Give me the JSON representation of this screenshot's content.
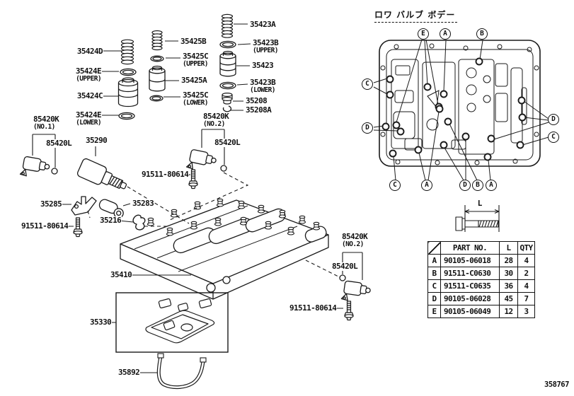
{
  "doc_number": "358767",
  "colors": {
    "ink": "#1a1a1a",
    "paper": "#ffffff"
  },
  "valve_body": {
    "title_jp": "ロワ バルブ ボデー",
    "callouts": [
      {
        "letter": "E"
      },
      {
        "letter": "A"
      },
      {
        "letter": "B"
      },
      {
        "letter": "C"
      },
      {
        "letter": "D"
      },
      {
        "letter": "D"
      },
      {
        "letter": "C"
      },
      {
        "letter": "C"
      },
      {
        "letter": "A"
      },
      {
        "letter": "D"
      },
      {
        "letter": "B"
      },
      {
        "letter": "A"
      }
    ]
  },
  "bolt_diagram": {
    "dimension_label": "L"
  },
  "bolt_table": {
    "headers": {
      "part_no": "PART NO.",
      "length": "L",
      "qty": "QTY"
    },
    "rows": [
      {
        "key": "A",
        "part_no": "90105-06018",
        "length": "28",
        "qty": "4"
      },
      {
        "key": "B",
        "part_no": "91511-C0630",
        "length": "30",
        "qty": "2"
      },
      {
        "key": "C",
        "part_no": "91511-C0635",
        "length": "36",
        "qty": "4"
      },
      {
        "key": "D",
        "part_no": "90105-06028",
        "length": "45",
        "qty": "7"
      },
      {
        "key": "E",
        "part_no": "90105-06049",
        "length": "12",
        "qty": "3"
      }
    ]
  },
  "part_labels": [
    {
      "text": "35424D"
    },
    {
      "text": "35425B"
    },
    {
      "text": "35423A"
    },
    {
      "text": "35423B",
      "sub": "(UPPER)"
    },
    {
      "text": "35425C",
      "sub": "(UPPER)"
    },
    {
      "text": "35423"
    },
    {
      "text": "35424E",
      "sub": "(UPPER)"
    },
    {
      "text": "35425A"
    },
    {
      "text": "35424C"
    },
    {
      "text": "35423B",
      "sub": "(LOWER)"
    },
    {
      "text": "35425C",
      "sub": "(LOWER)"
    },
    {
      "text": "35208"
    },
    {
      "text": "35424E",
      "sub": "(LOWER)"
    },
    {
      "text": "35208A"
    },
    {
      "text": "85420K",
      "sub": "(NO.1)"
    },
    {
      "text": "85420L"
    },
    {
      "text": "35290"
    },
    {
      "text": "85420K",
      "sub": "(NO.2)"
    },
    {
      "text": "85420L"
    },
    {
      "text": "91511-80614"
    },
    {
      "text": "35285"
    },
    {
      "text": "35283"
    },
    {
      "text": "91511-80614"
    },
    {
      "text": "35216"
    },
    {
      "text": "35410"
    },
    {
      "text": "85420K",
      "sub": "(NO.2)"
    },
    {
      "text": "85420L"
    },
    {
      "text": "91511-80614"
    },
    {
      "text": "35330"
    },
    {
      "text": "35892"
    }
  ]
}
